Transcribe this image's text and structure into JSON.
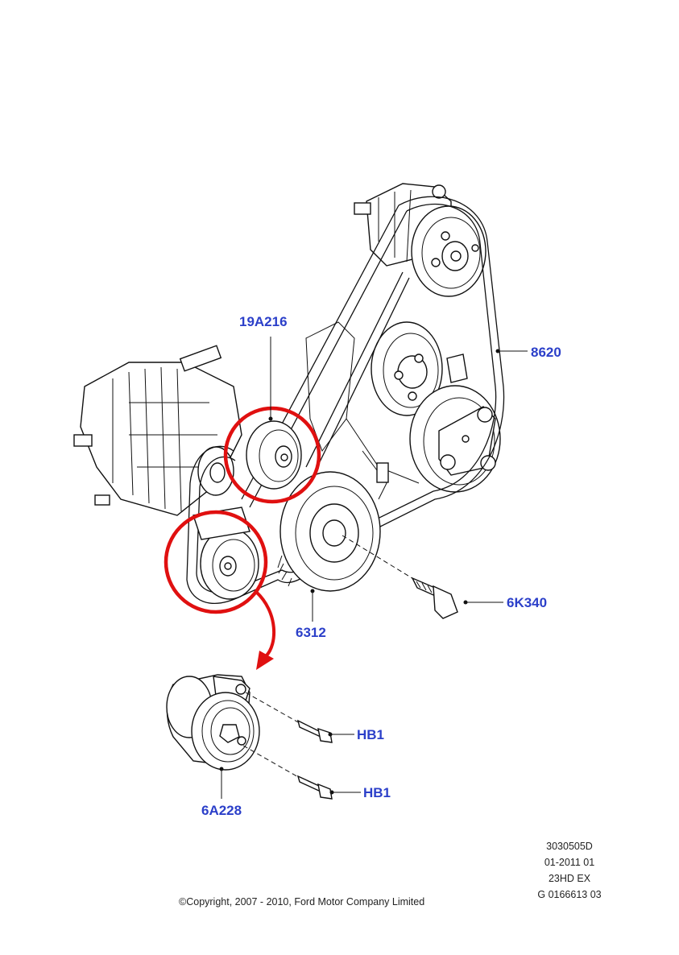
{
  "callouts": {
    "tensioner_pulley_top": "19A216",
    "belt": "8620",
    "crank_pulley": "6312",
    "crank_bolt": "6K340",
    "tensioner_assy": "6A228",
    "bolt_upper": "HB1",
    "bolt_lower": "HB1"
  },
  "meta": {
    "code_1": "3030505D",
    "code_2": "01-2011 01",
    "code_3": "23HD EX",
    "code_4": "G 0166613 03"
  },
  "copyright": "©Copyright, 2007 - 2010, Ford Motor Company Limited",
  "colors": {
    "callout_text": "#2b3fc9",
    "highlight": "#e01010",
    "line": "#111111"
  },
  "icons": {
    "arrow": "curved-arrow-icon"
  }
}
